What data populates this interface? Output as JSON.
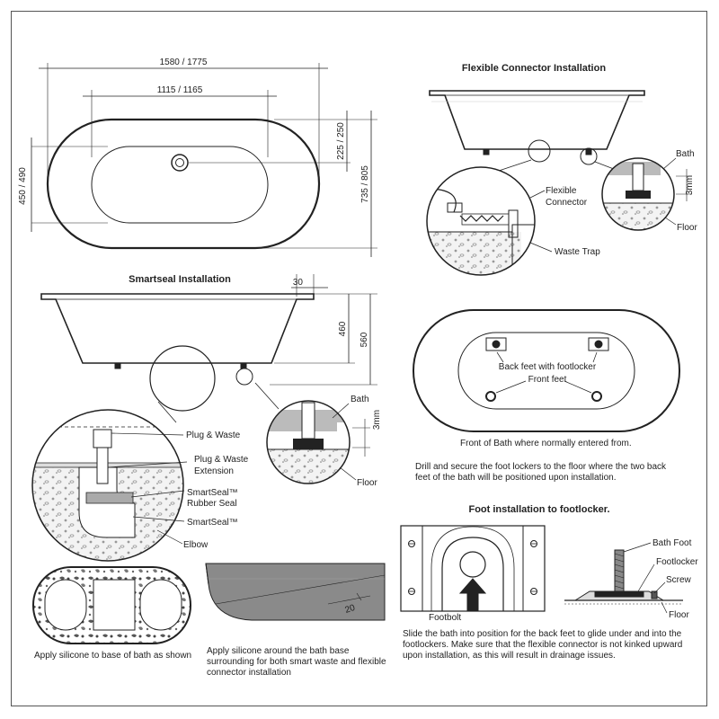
{
  "dims": {
    "overall_length": "1580 / 1775",
    "inner_length": "1115 / 1165",
    "inner_width": "450 / 490",
    "waste_offset": "225 / 250",
    "overall_width": "735 / 805",
    "rim": "30",
    "depth_inner": "460",
    "depth_overall": "560",
    "clearance_a": "3mm",
    "clearance_b": "3mm",
    "silicone_gap": "20"
  },
  "titles": {
    "flexible_connector": "Flexible Connector Installation",
    "smartseal": "Smartseal Installation",
    "foot_install": "Foot installation to footlocker."
  },
  "labels": {
    "bath_a": "Bath",
    "floor_a": "Floor",
    "flexible_connector_1": "Flexible",
    "flexible_connector_2": "Connector",
    "waste_trap": "Waste Trap",
    "back_feet": "Back feet with footlocker",
    "front_feet": "Front feet",
    "plug_waste": "Plug & Waste",
    "plug_waste_ext_1": "Plug & Waste",
    "plug_waste_ext_2": "Extension",
    "smartseal_rubber_1": "SmartSeal™",
    "smartseal_rubber_2": "Rubber Seal",
    "smartseal": "SmartSeal™",
    "elbow": "Elbow",
    "bath_b": "Bath",
    "floor_b": "Floor",
    "bath_foot": "Bath Foot",
    "footlocker": "Footlocker",
    "screw": "Screw",
    "floor_c": "Floor",
    "footbolt": "Footbolt"
  },
  "notes": {
    "front_of_bath": "Front of Bath where normally entered from.",
    "drill_secure": "Drill and secure the foot lockers to the floor where the two back feet of the bath will be positioned upon installation.",
    "apply_silicone_base": "Apply silicone to base of bath as shown",
    "apply_silicone_around": "Apply silicone around the bath base surrounding for both smart waste and flexible connector installation",
    "slide_bath": "Slide the bath into position for the back feet to glide under and into the footlockers. Make sure that the flexible connector is not kinked upward upon installation, as this will result in drainage issues."
  }
}
